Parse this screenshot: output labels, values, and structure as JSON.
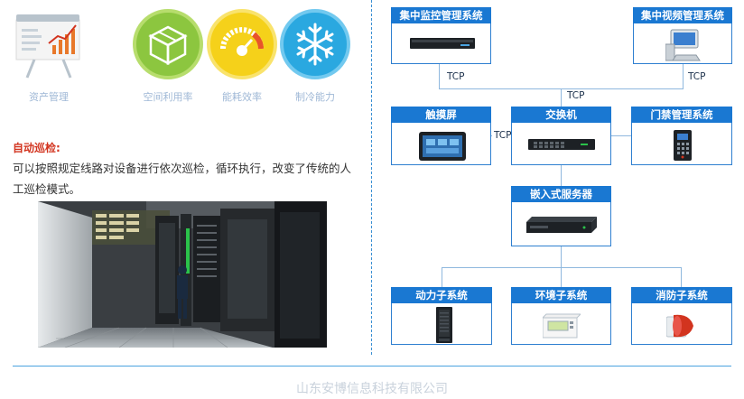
{
  "left": {
    "icons": [
      {
        "label": "资产管理",
        "icon": "asset-chart-board-icon"
      },
      {
        "label": "空间利用率",
        "icon": "cube-space-icon"
      },
      {
        "label": "能耗效率",
        "icon": "gauge-icon"
      },
      {
        "label": "制冷能力",
        "icon": "snowflake-icon"
      }
    ],
    "auto_title": "自动巡检:",
    "auto_desc": "可以按照规定线路对设备进行依次巡检，循环执行，改变了传统的人工巡检模式。"
  },
  "diagram": {
    "boxes": {
      "central_monitor": "集中监控管理系统",
      "central_video": "集中视频管理系统",
      "touch_screen": "触摸屏",
      "switch": "交换机",
      "access_control": "门禁管理系统",
      "embedded_server": "嵌入式服务器",
      "power": "动力子系统",
      "environment": "环境子系统",
      "fire": "消防子系统"
    },
    "tcp_labels": [
      "TCP",
      "TCP",
      "TCP",
      "TCP"
    ]
  },
  "footer": "山东安博信息科技有限公司",
  "colors": {
    "accent_blue": "#1a78d2",
    "red_title": "#d2341f",
    "green": "#8cc63f",
    "yellow": "#f5d11a",
    "cyan": "#2aa8e0"
  }
}
